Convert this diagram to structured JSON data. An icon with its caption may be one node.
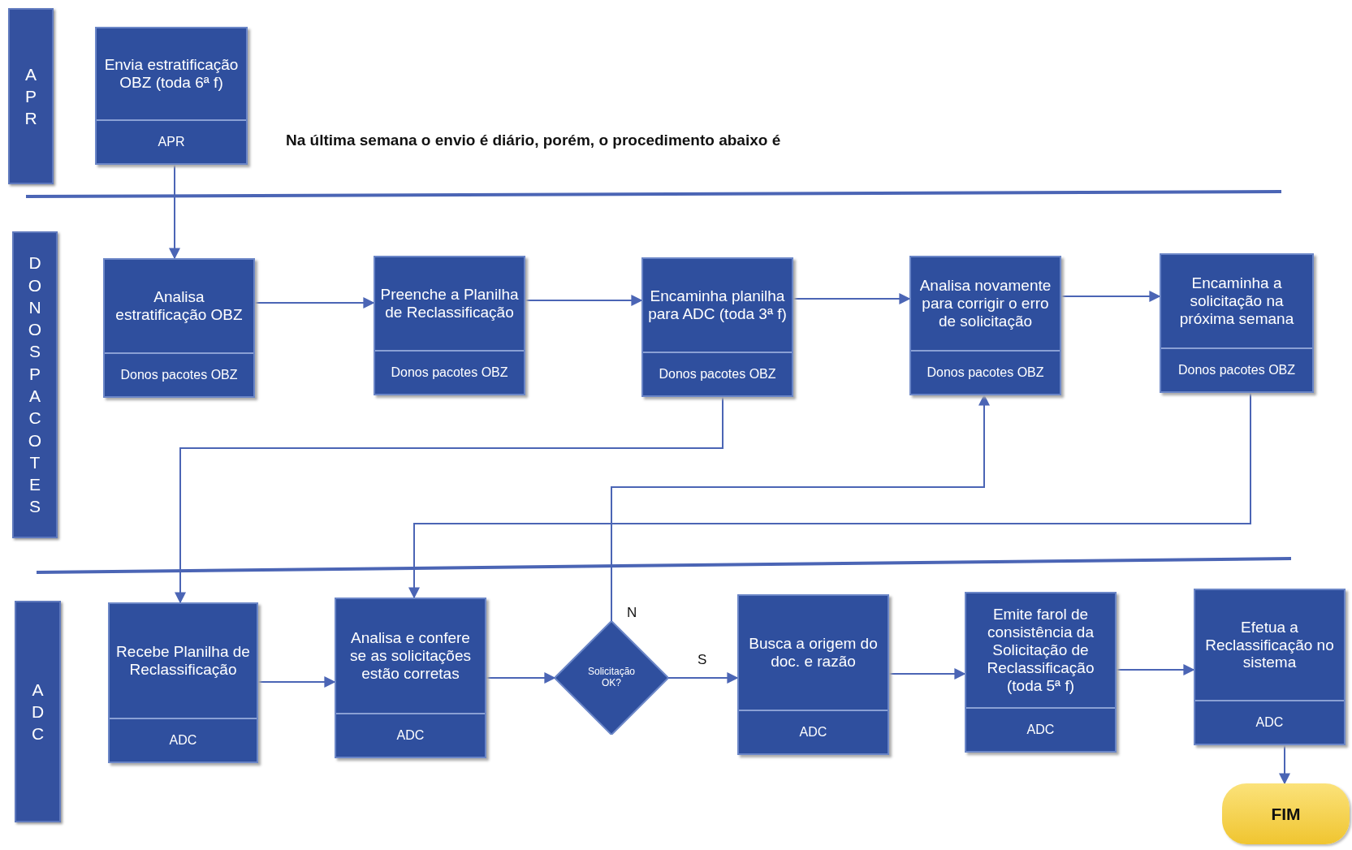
{
  "diagram": {
    "nodes": [
      {
        "text": [
          "APR"
        ]
      },
      {
        "text": [
          "DONOS PACOTES"
        ]
      },
      {
        "text": [
          "ADC"
        ]
      },
      {
        "text": [
          "Envia estratificação OBZ (toda 6ª f)",
          "APR"
        ]
      },
      {
        "text": [
          "Analisa estratificação OBZ",
          "Donos pacotes OBZ"
        ]
      },
      {
        "text": [
          "Preenche a Planilha de Reclassificação",
          "Donos pacotes OBZ"
        ]
      },
      {
        "text": [
          "Encaminha planilha para ADC (toda 3ª f)",
          "Donos pacotes OBZ"
        ]
      },
      {
        "text": [
          "Analisa novamente para corrigir o erro de solicitação",
          "Donos pacotes OBZ"
        ]
      },
      {
        "text": [
          "Encaminha a solicitação na próxima semana",
          "Donos pacotes OBZ"
        ]
      },
      {
        "text": [
          "Recebe Planilha de Reclassificação",
          "ADC"
        ]
      },
      {
        "text": [
          "Analisa e confere se as solicitações estão corretas",
          "ADC"
        ]
      },
      {
        "text": [
          "Solicitação OK?"
        ]
      },
      {
        "text": [
          "Busca a origem do doc. e razão",
          "ADC"
        ]
      },
      {
        "text": [
          "Emite farol de consistência da Solicitação de Reclassificação (toda 5ª f)",
          "ADC"
        ]
      },
      {
        "text": [
          "Efetua a Reclassificação no sistema",
          "ADC"
        ]
      },
      {
        "text": [
          "FIM"
        ]
      }
    ],
    "edges": [
      {
        "from": 3,
        "to": 4,
        "arrow": "to"
      },
      {
        "from": 4,
        "to": 5,
        "arrow": "to"
      },
      {
        "from": 5,
        "to": 6,
        "arrow": "to"
      },
      {
        "from": 6,
        "to": 7,
        "arrow": "to"
      },
      {
        "from": 7,
        "to": 8,
        "arrow": "to"
      },
      {
        "from": 6,
        "to": 9,
        "arrow": "to"
      },
      {
        "from": 8,
        "to": 10,
        "arrow": "to"
      },
      {
        "from": 9,
        "to": 10,
        "arrow": "to"
      },
      {
        "from": 10,
        "to": 11,
        "arrow": "to"
      },
      {
        "from": 11,
        "to": 12,
        "arrow": "to",
        "label": "S"
      },
      {
        "from": 11,
        "to": 7,
        "arrow": "to",
        "label": "N"
      },
      {
        "from": 12,
        "to": 13,
        "arrow": "to"
      },
      {
        "from": 13,
        "to": 14,
        "arrow": "to"
      },
      {
        "from": 14,
        "to": 15,
        "arrow": "to"
      }
    ],
    "labels": [
      "Na última semana o envio é diário, porém, o procedimento abaixo é"
    ]
  }
}
